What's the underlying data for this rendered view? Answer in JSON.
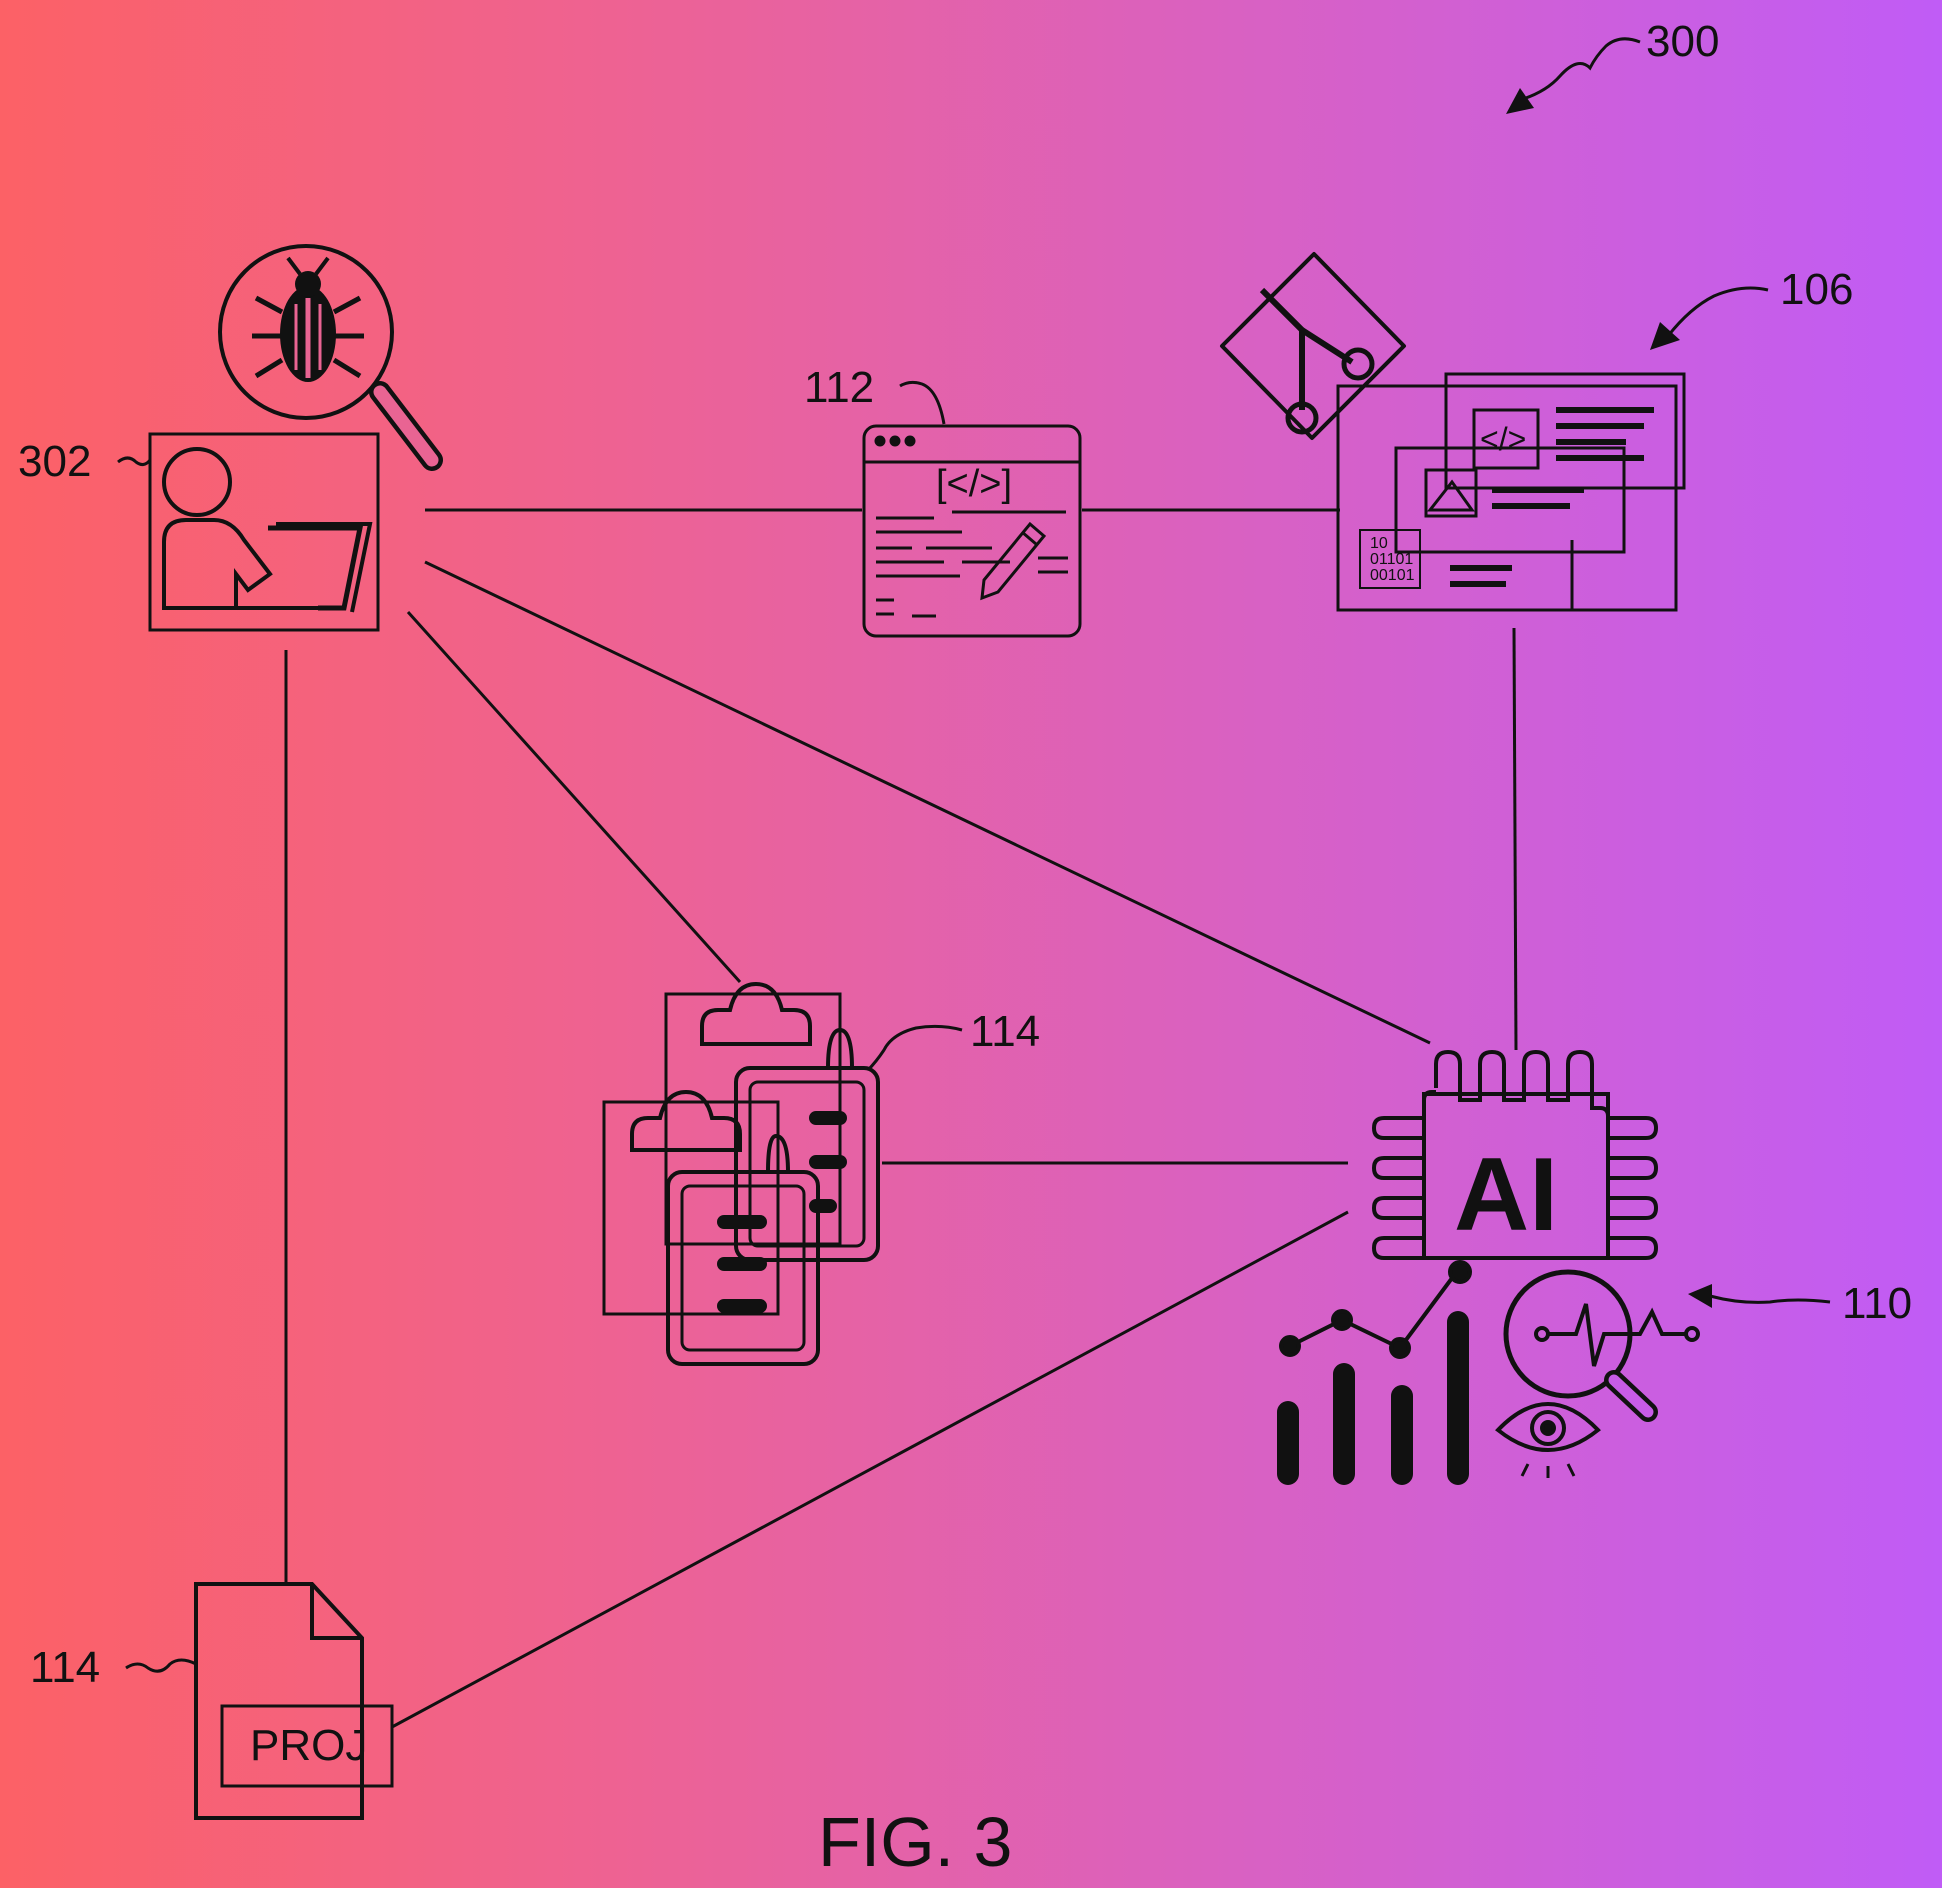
{
  "figure": {
    "caption": "FIG. 3",
    "figure_ref": "300"
  },
  "references": {
    "developer": "302",
    "code_editor": "112",
    "repository": "106",
    "ai_platform": "110",
    "clipboards": "114",
    "project_file": "114"
  },
  "icon_text": {
    "code_tag": "[</>]",
    "repo_tag": "</>",
    "binary_1": "10",
    "binary_2": "01101",
    "binary_3": "00101",
    "ai": "AI",
    "project": "PROJ"
  },
  "icons": {
    "developer": "person-laptop-icon",
    "bug_search": "bug-magnifier-icon",
    "code_editor": "code-window-icon",
    "git": "git-branch-icon",
    "repository": "document-stack-icon",
    "ai": "ai-chip-icon",
    "analytics": "analytics-chart-icon",
    "monitor": "pulse-magnifier-icon",
    "eye": "eye-icon",
    "clipboards": "clipboard-stack-icon",
    "project_file": "project-file-icon"
  },
  "colors": {
    "gradient_left": "#fc6166",
    "gradient_mid": "#d861c4",
    "gradient_right": "#c05cf6",
    "ink": "#111111"
  }
}
